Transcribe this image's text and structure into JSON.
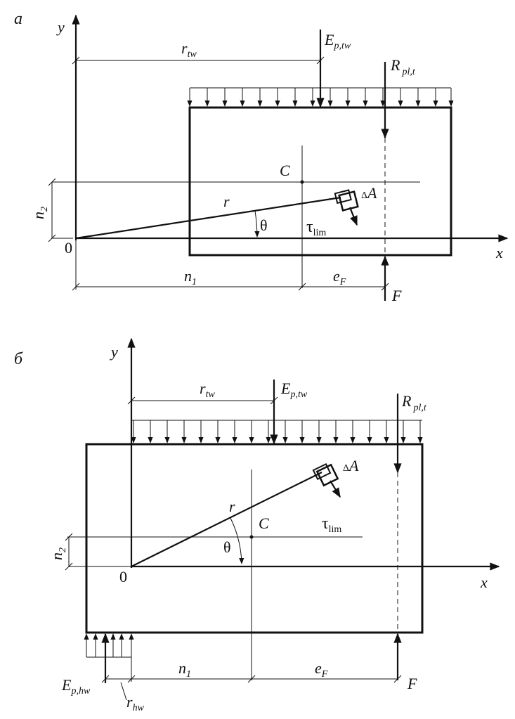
{
  "diagrams": [
    {
      "panel_label": "а",
      "labels": {
        "y_axis": "y",
        "x_axis": "x",
        "origin": "0",
        "r_tw": "r",
        "r_tw_sub": "tw",
        "E": "E",
        "E_sub": "p,tw",
        "R": "R",
        "R_sub": "pl,t",
        "C": "C",
        "r": "r",
        "theta": "θ",
        "dA_delta": "Δ",
        "dA": "A",
        "tau": "τ",
        "tau_sub": "lim",
        "n2": "n",
        "n2_sub": "2",
        "n1": "n",
        "n1_sub": "1",
        "eF": "e",
        "eF_sub": "F",
        "F": "F"
      }
    },
    {
      "panel_label": "б",
      "labels": {
        "y_axis": "y",
        "x_axis": "x",
        "origin": "0",
        "r_tw": "r",
        "r_tw_sub": "tw",
        "E": "E",
        "E_sub": "p,tw",
        "R": "R",
        "R_sub": "pl,t",
        "C": "C",
        "r": "r",
        "theta": "θ",
        "dA_delta": "Δ",
        "dA": "A",
        "tau": "τ",
        "tau_sub": "lim",
        "n2": "n",
        "n2_sub": "2",
        "n1": "n",
        "n1_sub": "1",
        "eF": "e",
        "eF_sub": "F",
        "F": "F",
        "E_hw": "E",
        "E_hw_sub": "p,hw",
        "r_hw": "r",
        "r_hw_sub": "hw"
      }
    }
  ]
}
